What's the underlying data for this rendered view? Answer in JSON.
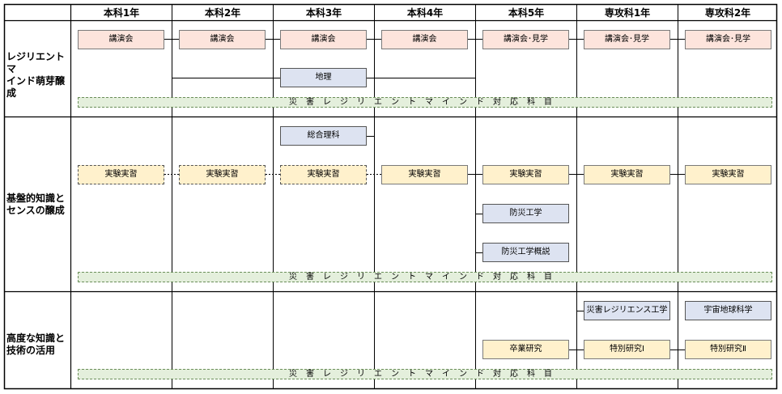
{
  "headers": [
    "本科1年",
    "本科2年",
    "本科3年",
    "本科4年",
    "本科5年",
    "専攻科1年",
    "専攻科2年"
  ],
  "rows": [
    {
      "label_line1": "レジリエントマ",
      "label_line2": "インド萌芽醸",
      "label_line3": "成"
    },
    {
      "label_line1": "基盤的知識と",
      "label_line2": "センスの醸成"
    },
    {
      "label_line1": "高度な知識と",
      "label_line2": "技術の活用"
    }
  ],
  "boxes": {
    "r1_lecture": [
      "講演会",
      "講演会",
      "講演会",
      "講演会",
      "講演会･見学",
      "講演会･見学",
      "講演会･見学"
    ],
    "chiri": "地理",
    "sogo_rika": "総合理科",
    "jikken": [
      "実験実習",
      "実験実習",
      "実験実習",
      "実験実習",
      "実験実習",
      "実験実習",
      "実験実習"
    ],
    "bosai_kogaku": "防災工学",
    "bosai_gairon": "防災工学概説",
    "saigai_res": "災害レジリエンス工学",
    "uchu": "宇宙地球科学",
    "sotsugyo": "卒業研究",
    "tokubetsu1": "特別研究Ⅰ",
    "tokubetsu2": "特別研究Ⅱ"
  },
  "band_label": "災害レジリエントマインド対応科目"
}
